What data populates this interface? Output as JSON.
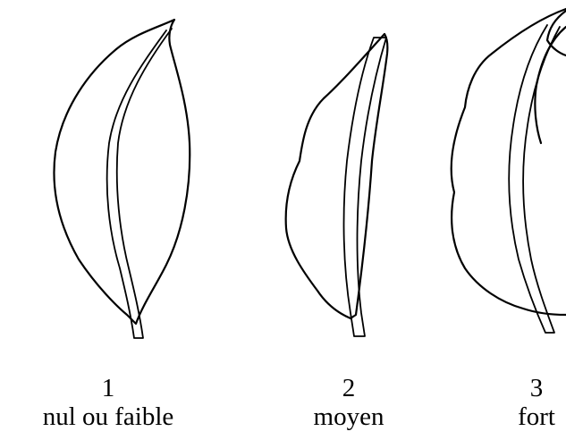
{
  "figure": {
    "classes": [
      {
        "number": "1",
        "label": "nul ou faible",
        "icon": "leaf-flat-icon"
      },
      {
        "number": "2",
        "label": "moyen",
        "icon": "leaf-medium-curl-icon"
      },
      {
        "number": "3",
        "label": "fort",
        "icon": "leaf-strong-curl-icon"
      }
    ],
    "colors": {
      "ink": "#000000",
      "background": "#ffffff"
    }
  }
}
